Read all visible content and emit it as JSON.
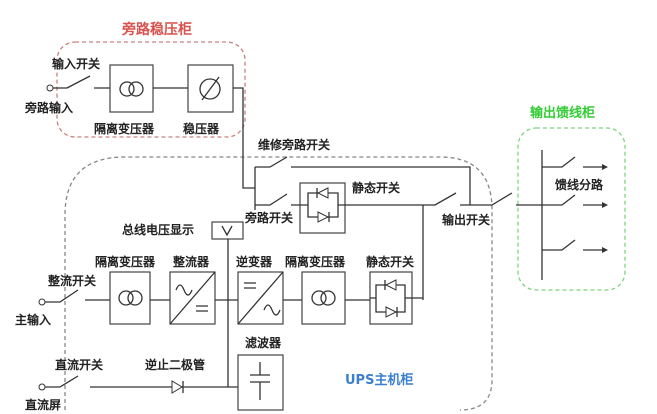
{
  "colors": {
    "bypass_cabinet": "#d9534f",
    "output_cabinet": "#33cc33",
    "ups_cabinet": "#3a7fd0",
    "line": "#333333"
  },
  "bypass_cabinet": {
    "title": "旁路稳压柜",
    "input_switch": "输入开关",
    "bypass_input": "旁路输入",
    "isolation_transformer": "隔离变压器",
    "regulator": "稳压器"
  },
  "bypass_path": {
    "maintenance_bypass_switch": "维修旁路开关",
    "static_switch": "静态开关",
    "bypass_switch": "旁路开关",
    "output_switch": "输出开关"
  },
  "output_cabinet": {
    "title": "输出馈线柜",
    "feeder_branch": "馈线分路"
  },
  "ups_cabinet": {
    "title": "UPS主机柜",
    "bus_voltage_display": "总线电压显示",
    "isolation_transformer_in": "隔离变压器",
    "rectifier": "整流器",
    "inverter": "逆变器",
    "isolation_transformer_out": "隔离变压器",
    "static_switch": "静态开关",
    "rectifier_switch": "整流开关",
    "main_input": "主输入",
    "filter": "滤波器",
    "dc_switch": "直流开关",
    "blocking_diode": "逆止二极管",
    "dc_panel": "直流屏"
  }
}
